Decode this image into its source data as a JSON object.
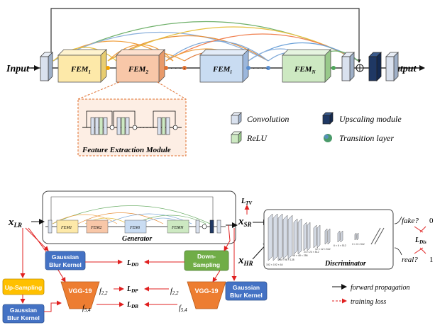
{
  "top": {
    "input": "Input",
    "output": "Output",
    "fem1": {
      "base": "FEM",
      "sub": "1"
    },
    "fem2": {
      "base": "FEM",
      "sub": "2"
    },
    "femi": {
      "base": "FEM",
      "sub": "i"
    },
    "femn": {
      "base": "FEM",
      "sub": "N"
    },
    "module_caption": "Feature Extraction Module",
    "legend": {
      "convolution": "Convolution",
      "upscaling": "Upscaling module",
      "relu": "ReLU",
      "transition": "Transition layer"
    }
  },
  "bottom": {
    "x_lr": {
      "base": "x",
      "sub": "LR"
    },
    "x_sr": {
      "base": "x",
      "sub": "SR"
    },
    "x_hr": {
      "base": "x",
      "sub": "HR"
    },
    "generator": "Generator",
    "discriminator": "Discriminator",
    "mini_fem": {
      "fem1": "FEM1",
      "fem2": "FEM2",
      "femi": "FEMi",
      "femn": "FEMN"
    },
    "l_tv": {
      "base": "L",
      "sub": "TV"
    },
    "l_dd": {
      "base": "L",
      "sub": "DD"
    },
    "l_dp": {
      "base": "L",
      "sub": "DP"
    },
    "l_db": {
      "base": "L",
      "sub": "DB"
    },
    "l_dis": {
      "base": "L",
      "sub": "Dis"
    },
    "gauss1": [
      "Gaussian",
      "Blur Kernel"
    ],
    "gauss2": [
      "Gaussian",
      "Blur Kernel"
    ],
    "gauss3": [
      "Gaussian",
      "Blur Kernel"
    ],
    "upsampling": "Up-Sampling",
    "downsampling": [
      "Down-",
      "Sampling"
    ],
    "vgg1": "VGG-19",
    "vgg2": "VGG-19",
    "f22_left": {
      "base": "f",
      "sub": "2,2"
    },
    "f54_left": {
      "base": "f",
      "sub": "5,4"
    },
    "f22_right": {
      "base": "f",
      "sub": "2,2"
    },
    "f54_right": {
      "base": "f",
      "sub": "5,4"
    },
    "fake": "fake?",
    "real": "real?",
    "fake_val": "0",
    "real_val": "1",
    "disc_dims": [
      "192 × 192 × 64",
      "96 × 96 × 128",
      "48 × 48 × 256",
      "24 × 24 × 512",
      "12 × 12 × 512",
      "6 × 6 × 512",
      "3 × 3 × 512"
    ],
    "legend_forward": "forward propagation",
    "legend_training": "training loss"
  },
  "colors": {
    "fem1": "#fde9a9",
    "fem2": "#f8c7a8",
    "femi": "#c9dcf2",
    "femn": "#cde9c2",
    "gauss": "#4472c4",
    "up": "#ffc000",
    "down": "#70ad47",
    "vgg": "#ed7d31",
    "loss": "#e02020",
    "upscale": "#1f3864"
  }
}
